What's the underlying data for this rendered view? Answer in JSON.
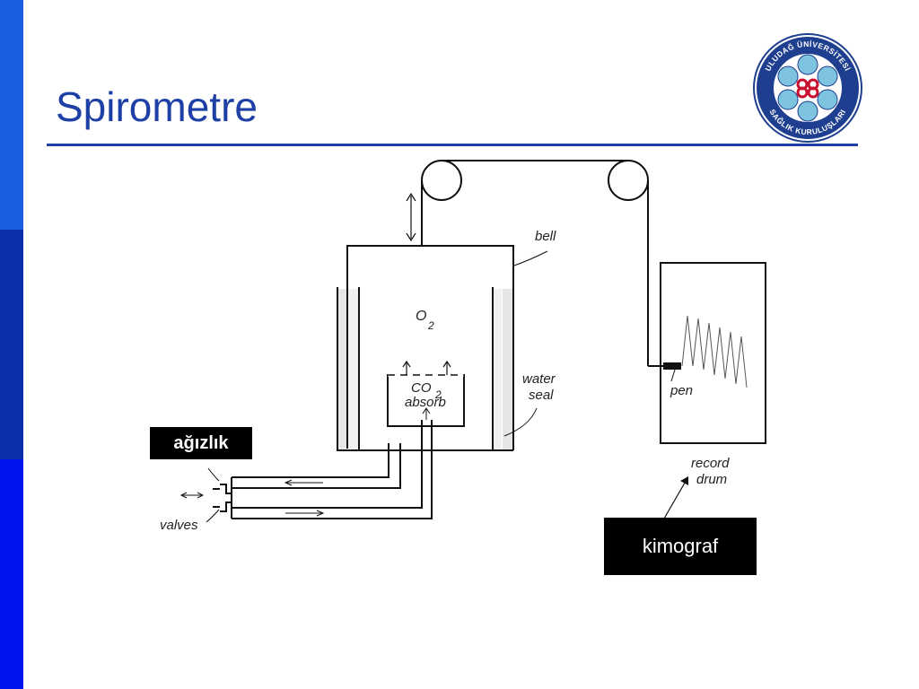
{
  "slide": {
    "title": "Spirometre",
    "colors": {
      "title": "#1e3fa5",
      "sidebar_top": "#1a5fe0",
      "sidebar_mid": "#0a2fa8",
      "sidebar_bottom": "#0014f0"
    }
  },
  "logo": {
    "text_top": "ULUDAĞ ÜNİVERSİTESİ",
    "text_bottom": "SAĞLIK KURULUŞLARI",
    "colors": {
      "ring": "#1e3f8f",
      "petal": "#7ec3e0",
      "emblem": "#c8102e"
    }
  },
  "diagram": {
    "labels": {
      "bell": "bell",
      "o2_main": "O",
      "o2_sub": "2",
      "co2_main": "CO",
      "co2_sub": "2",
      "absorb": "absorb",
      "water": "water",
      "seal": "seal",
      "pen": "pen",
      "record": "record",
      "drum": "drum",
      "valves": "valves"
    }
  },
  "callouts": {
    "mouthpiece": "ağızlık",
    "kymograph": "kimograf"
  }
}
